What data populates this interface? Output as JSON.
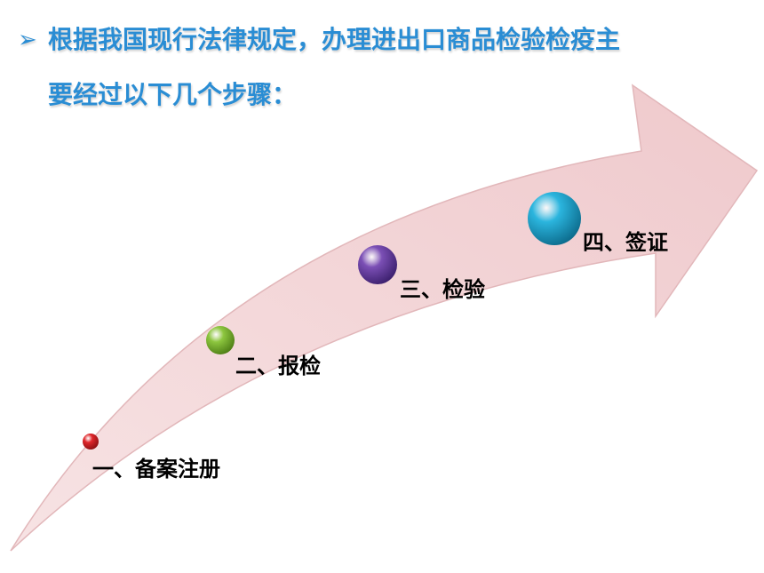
{
  "heading": {
    "bullet_icon": "arrow-bullet-icon",
    "line1": "根据我国现行法律规定，办理进出口商品检验检疫主",
    "line2": "要经过以下几个步骤："
  },
  "arrow": {
    "fill": "#f3d4d6",
    "stroke": "#e2b7ba"
  },
  "steps": [
    {
      "label": "一、备案注册",
      "color": "#e0262a"
    },
    {
      "label": "二、报检",
      "color": "#8dc63f"
    },
    {
      "label": "三、检验",
      "color": "#7b4fb5"
    },
    {
      "label": "四、签证",
      "color": "#2bb5de"
    }
  ]
}
